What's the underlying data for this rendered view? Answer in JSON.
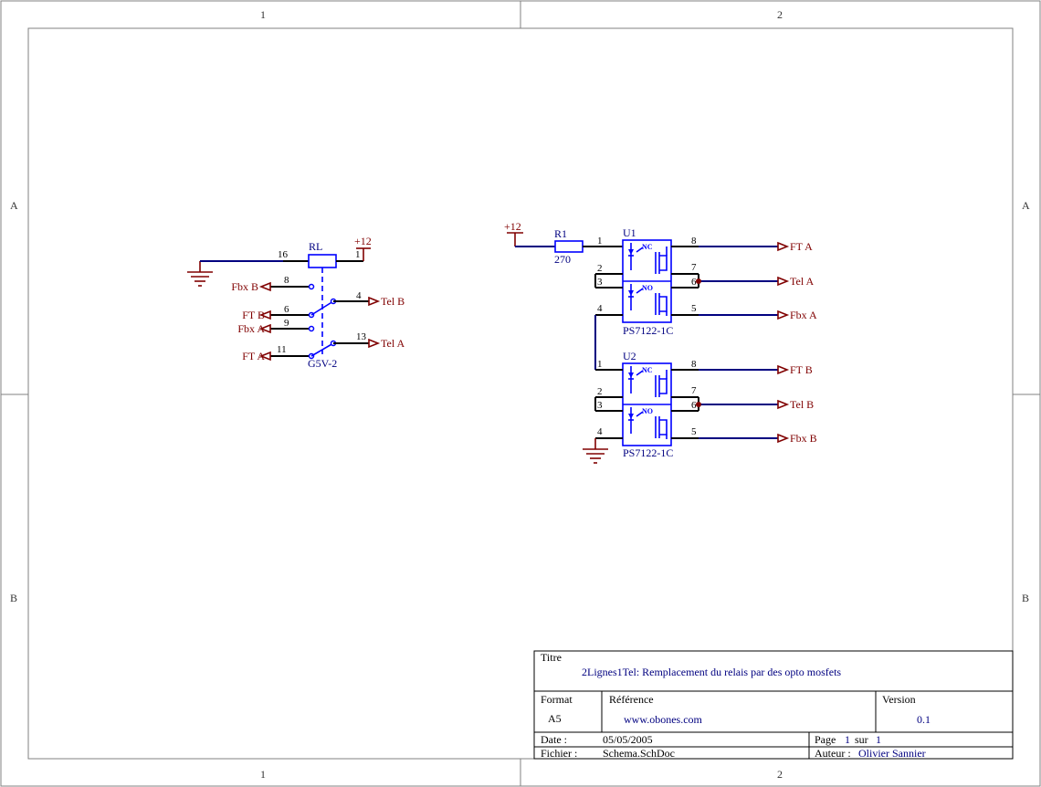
{
  "frame": {
    "zones_top": [
      "1",
      "2"
    ],
    "zones_bottom": [
      "1",
      "2"
    ],
    "zones_left": [
      "A",
      "B"
    ],
    "zones_right": [
      "A",
      "B"
    ]
  },
  "relay": {
    "designator": "RL",
    "part": "G5V-2",
    "power_net": "+12",
    "pins": {
      "coil_a": "16",
      "coil_b": "1",
      "p8": "8",
      "p6": "6",
      "p9": "9",
      "p11": "11",
      "p4": "4",
      "p13": "13"
    },
    "ports": {
      "fbx_b": "Fbx B",
      "ft_b": "FT B",
      "fbx_a": "Fbx A",
      "ft_a": "FT A",
      "tel_b": "Tel B",
      "tel_a": "Tel A"
    }
  },
  "resistor": {
    "designator": "R1",
    "value": "270",
    "power_net": "+12"
  },
  "u1": {
    "designator": "U1",
    "part": "PS7122-1C",
    "nc_label": "NC",
    "no_label": "NO",
    "pins": {
      "p1": "1",
      "p2": "2",
      "p3": "3",
      "p4": "4",
      "p8": "8",
      "p7": "7",
      "p6": "6",
      "p5": "5"
    },
    "ports": {
      "p8": "FT A",
      "p7": "Tel A",
      "p5": "Fbx A"
    }
  },
  "u2": {
    "designator": "U2",
    "part": "PS7122-1C",
    "nc_label": "NC",
    "no_label": "NO",
    "pins": {
      "p1": "1",
      "p2": "2",
      "p3": "3",
      "p4": "4",
      "p8": "8",
      "p7": "7",
      "p6": "6",
      "p5": "5"
    },
    "ports": {
      "p8": "FT B",
      "p7": "Tel B",
      "p5": "Fbx B"
    }
  },
  "title_block": {
    "titre_label": "Titre",
    "titre_value": "2Lignes1Tel: Remplacement du relais par des opto mosfets",
    "format_label": "Format",
    "format_value": "A5",
    "reference_label": "Référence",
    "reference_value": "www.obones.com",
    "version_label": "Version",
    "version_value": "0.1",
    "date_label": "Date :",
    "date_value": "05/05/2005",
    "page_label": "Page",
    "page_num": "1",
    "page_sur": "sur",
    "page_total": "1",
    "fichier_label": "Fichier :",
    "fichier_value": "Schema.SchDoc",
    "auteur_label": "Auteur :",
    "auteur_value": "Olivier Sannier"
  },
  "colors": {
    "wire": "#000080",
    "net_label": "#800000",
    "component": "#0000ff",
    "frame": "#808080"
  }
}
